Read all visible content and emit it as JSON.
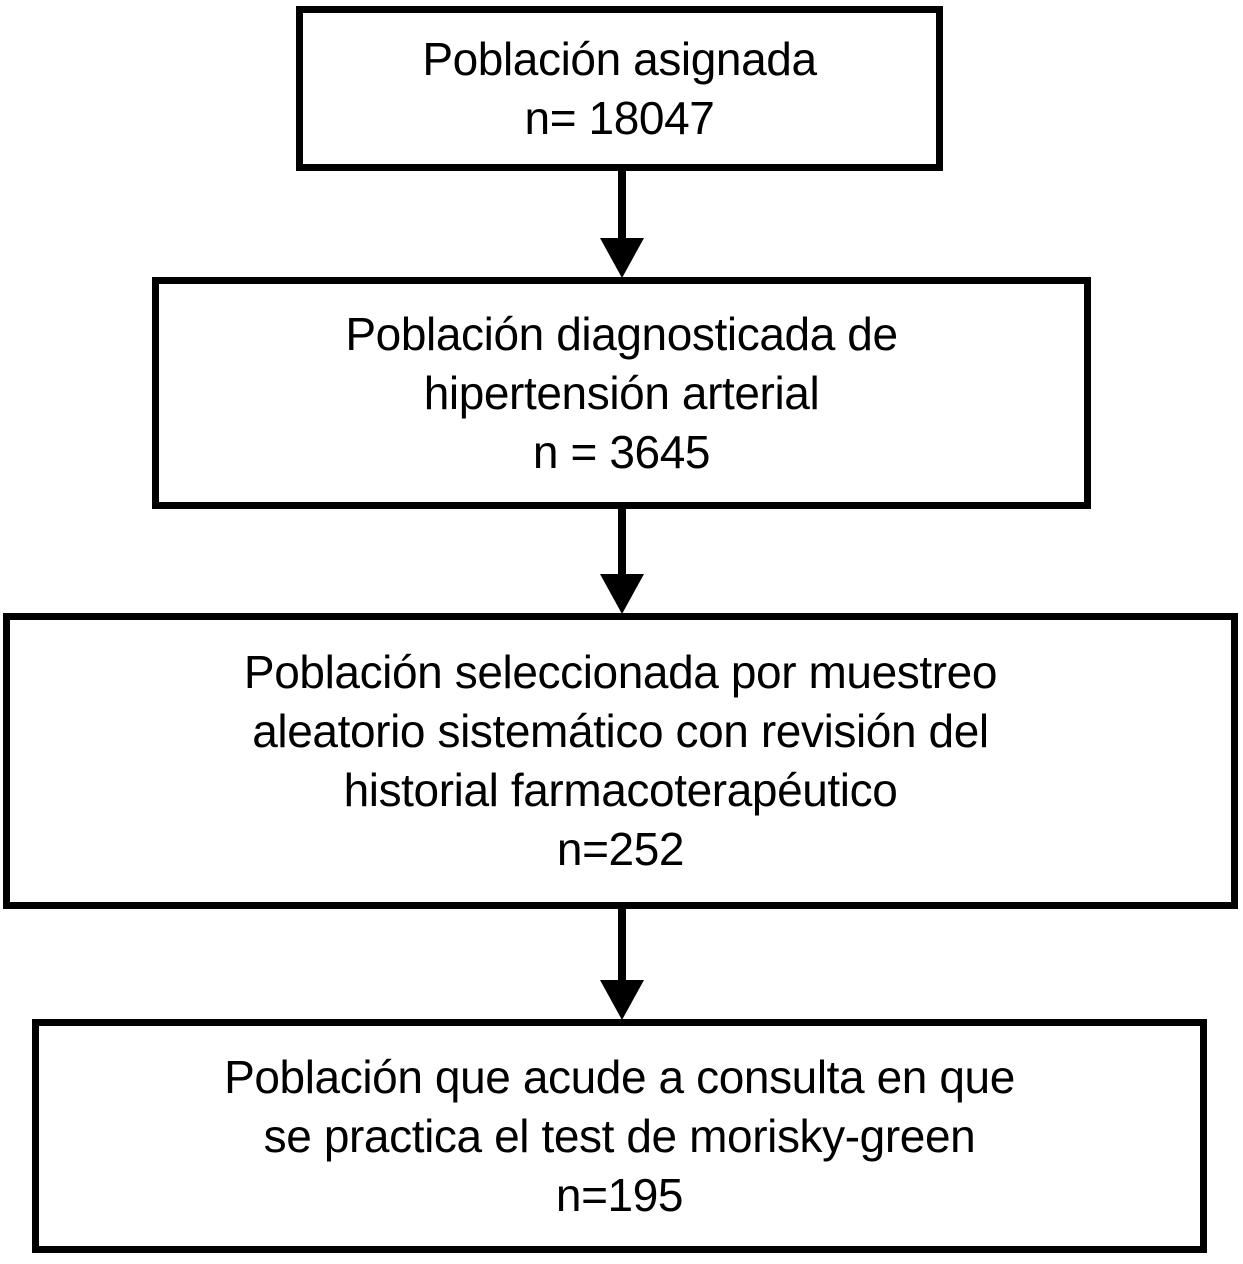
{
  "diagram": {
    "type": "flowchart",
    "orientation": "vertical",
    "title_visible": false,
    "language": "es",
    "colors": {
      "background": "#ffffff",
      "box_border": "#000000",
      "box_fill": "#ffffff",
      "text": "#000000",
      "arrow": "#000000"
    },
    "nodes": [
      {
        "id": "poblacion-asignada",
        "lines": [
          "Población asignada",
          "n= 18047"
        ],
        "n_value": 18047
      },
      {
        "id": "poblacion-diagnosticada",
        "lines": [
          "Población diagnosticada de",
          "hipertensión arterial",
          "n = 3645"
        ],
        "n_value": 3645
      },
      {
        "id": "poblacion-seleccionada",
        "lines": [
          "Población seleccionada por muestreo",
          "aleatorio sistemático con revisión del",
          "historial farmacoterapéutico",
          "n=252"
        ],
        "n_value": 252
      },
      {
        "id": "poblacion-consulta-morisky-green",
        "lines": [
          "Población que acude a consulta en que",
          "se practica el test de morisky-green",
          "n=195"
        ],
        "n_value": 195
      }
    ],
    "connectors": [
      {
        "id": "arrow-1",
        "from": "poblacion-asignada",
        "to": "poblacion-diagnosticada",
        "icon": "arrow-down-icon"
      },
      {
        "id": "arrow-2",
        "from": "poblacion-diagnosticada",
        "to": "poblacion-seleccionada",
        "icon": "arrow-down-icon"
      },
      {
        "id": "arrow-3",
        "from": "poblacion-seleccionada",
        "to": "poblacion-consulta-morisky-green",
        "icon": "arrow-down-icon"
      }
    ]
  }
}
